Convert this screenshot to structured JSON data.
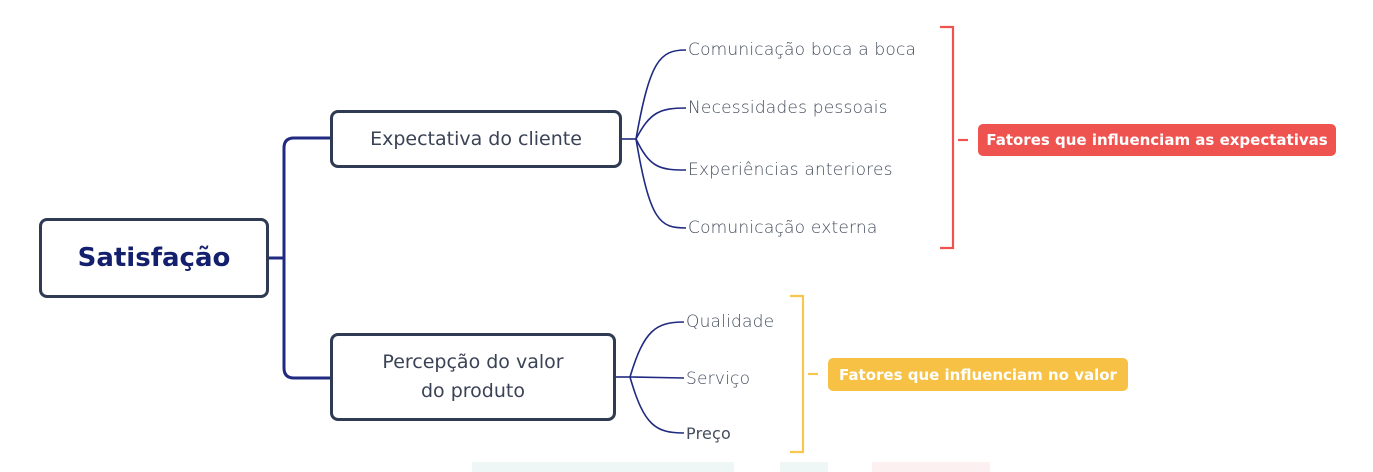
{
  "root": {
    "label": "Satisfação"
  },
  "branches": [
    {
      "label": "Expectativa do cliente"
    },
    {
      "label": "Percepção do valor do produto"
    }
  ],
  "leaves_expectations": [
    "Comunicação boca a boca",
    "Necessidades pessoais",
    "Experiências anteriores",
    "Comunicação externa"
  ],
  "leaves_value": [
    "Qualidade",
    "Serviço",
    "Preço"
  ],
  "tags": {
    "expectations": "Fatores que influenciam as expectativas",
    "value": "Fatores que influenciam no valor"
  },
  "colors": {
    "main_connector": "#1f2a80",
    "leaf_connector": "#1f2a80",
    "expectations_bracket": "#ef5350",
    "expectations_tag": "#ef5350",
    "value_bracket": "#f9c74f",
    "value_tag": "#f6c144"
  }
}
